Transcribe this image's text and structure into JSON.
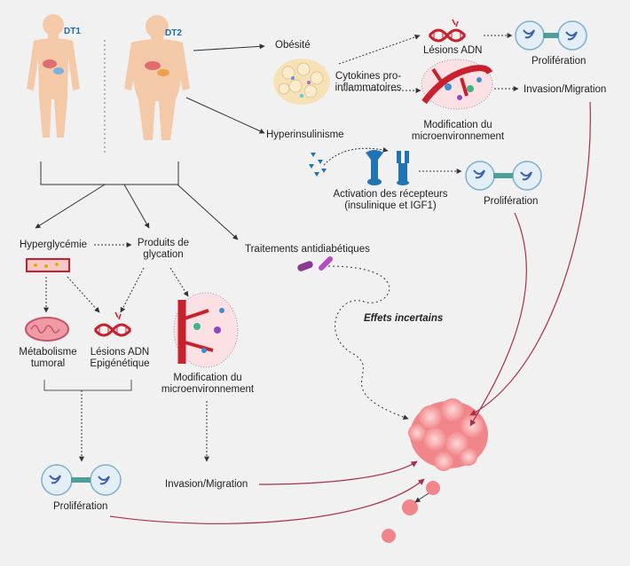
{
  "patients": {
    "left": "DT1",
    "right": "DT2"
  },
  "labels": {
    "obesite": "Obésité",
    "lesions_adn_top": "Lésions ADN",
    "proliferation_top": "Prolifération",
    "cytokines": [
      "Cytokines pro-",
      "inflammatoires"
    ],
    "invasion_top": "Invasion/Migration",
    "modification_top": [
      "Modification du",
      "microenvironnement"
    ],
    "hyperinsulinisme": "Hyperinsulinisme",
    "activation": [
      "Activation des récepteurs",
      "(insulinique et IGF1)"
    ],
    "proliferation_mid": "Prolifération",
    "hyperglycemie": "Hyperglycémie",
    "produits": [
      "Produits de",
      "glycation"
    ],
    "traitements": "Traitements antidiabétiques",
    "effets": "Effets incertains",
    "metabolisme": [
      "Métabolisme",
      "tumoral"
    ],
    "lesions_epi": [
      "Lésions ADN",
      "Epigénétique"
    ],
    "modification_bottom": [
      "Modification du",
      "microenvironnement"
    ],
    "invasion_bottom": "Invasion/Migration",
    "proliferation_bottom": "Prolifération"
  },
  "colors": {
    "background": "#f1f1f2",
    "tumor": "#f0868a",
    "vessel": "#c8202c",
    "dna": "#c8202c",
    "receptor": "#1e74b5",
    "drug": "#8a3a8f",
    "skin": "#f4c9a8",
    "connector": "#a8304a"
  }
}
